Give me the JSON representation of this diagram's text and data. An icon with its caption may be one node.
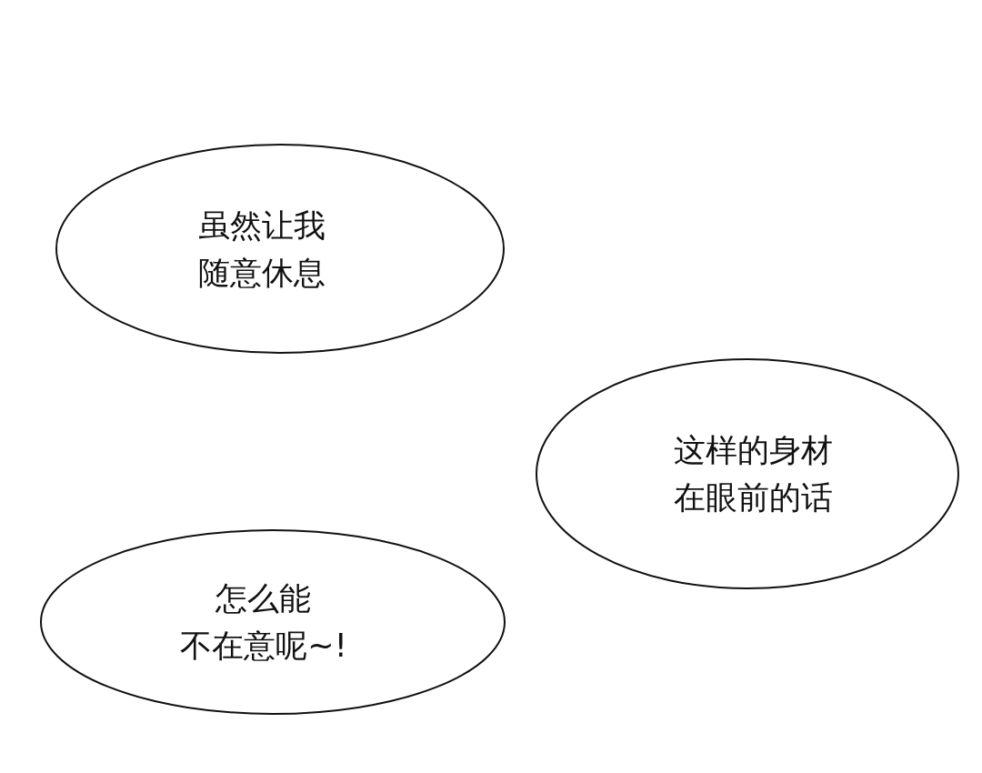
{
  "diagram": {
    "nodes": [
      {
        "text": [
          "虽然让我随意休息"
        ]
      },
      {
        "text": [
          "这样的身材在眼前的话"
        ]
      },
      {
        "text": [
          "怎么能不在意呢~!"
        ]
      }
    ]
  }
}
